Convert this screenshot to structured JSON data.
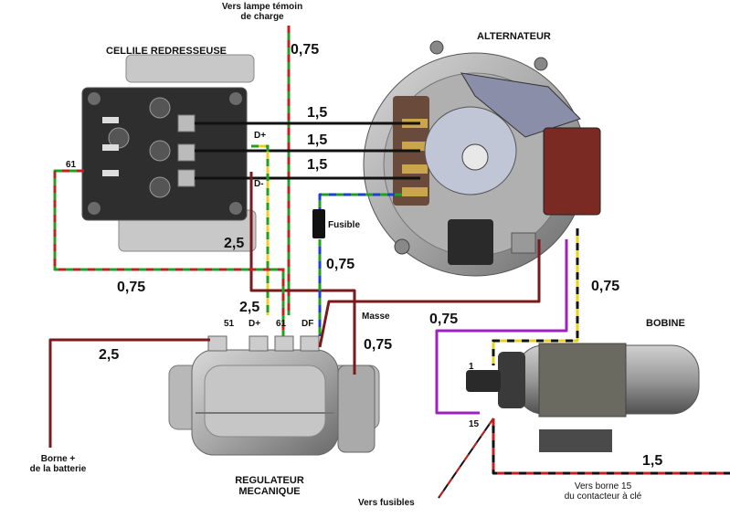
{
  "components": {
    "rectifier": "CELLILE REDRESSEUSE",
    "alternator": "ALTERNATEUR",
    "regulator_line1": "REGULATEUR",
    "regulator_line2": "MECANIQUE",
    "coil": "BOBINE"
  },
  "annotations": {
    "lamp_line1": "Vers lampe témoin",
    "lamp_line2": "de charge",
    "battery_line1": "Borne +",
    "battery_line2": "de la batterie",
    "fuses": "Vers fusibles",
    "key_line1": "Vers borne 15",
    "key_line2": "du contacteur à clé",
    "fuse": "Fusible",
    "ground": "Masse"
  },
  "terminals": {
    "rect_61": "61",
    "rect_dplus": "D+",
    "rect_dminus": "D-",
    "reg_51": "51",
    "reg_dplus": "D+",
    "reg_61": "61",
    "reg_df": "DF",
    "coil_1": "1",
    "coil_15": "15"
  },
  "sections": {
    "lamp": "0,75",
    "phase1": "1,5",
    "phase2": "1,5",
    "phase3": "1,5",
    "dminus": "2,5",
    "dplus": "2,5",
    "fuse_wire": "0,75",
    "line_61": "0,75",
    "battery": "2,5",
    "ground": "0,75",
    "dfield": "0,75",
    "coil_violet": "0,75",
    "coil_feed": "1,5"
  },
  "colors": {
    "red": "#c42020",
    "green": "#20a020",
    "yellow": "#e8d020",
    "black": "#111111",
    "blue": "#2040d0",
    "violet": "#a020c0",
    "darkred": "#7a1a1a"
  }
}
